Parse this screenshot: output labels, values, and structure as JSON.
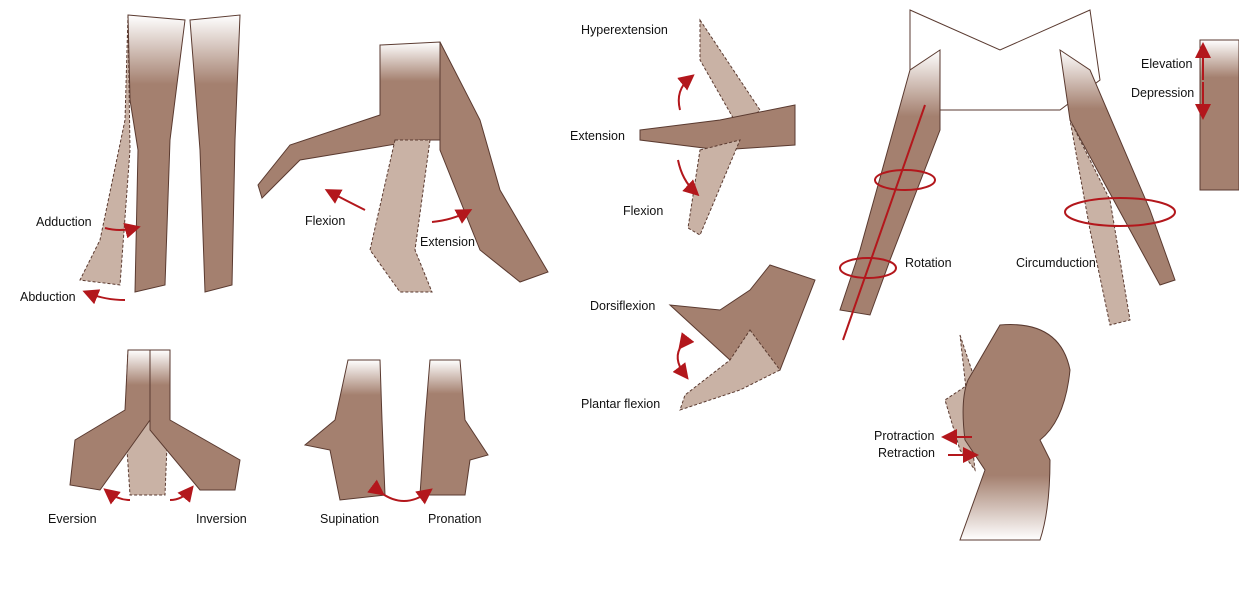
{
  "colors": {
    "skin": "#a4806f",
    "skin_light": "#c9b2a5",
    "outline": "#5a3a30",
    "arrow": "#b3171c"
  },
  "labels": {
    "adduction": "Adduction",
    "abduction": "Abduction",
    "leg_flexion": "Flexion",
    "leg_extension": "Extension",
    "eversion": "Eversion",
    "inversion": "Inversion",
    "supination": "Supination",
    "pronation": "Pronation",
    "hyperextension": "Hyperextension",
    "hand_extension": "Extension",
    "hand_flexion": "Flexion",
    "dorsiflexion": "Dorsiflexion",
    "plantar_flexion": "Plantar flexion",
    "rotation": "Rotation",
    "circumduction": "Circumduction",
    "elevation": "Elevation",
    "depression": "Depression",
    "protraction": "Protraction",
    "retraction": "Retraction"
  }
}
